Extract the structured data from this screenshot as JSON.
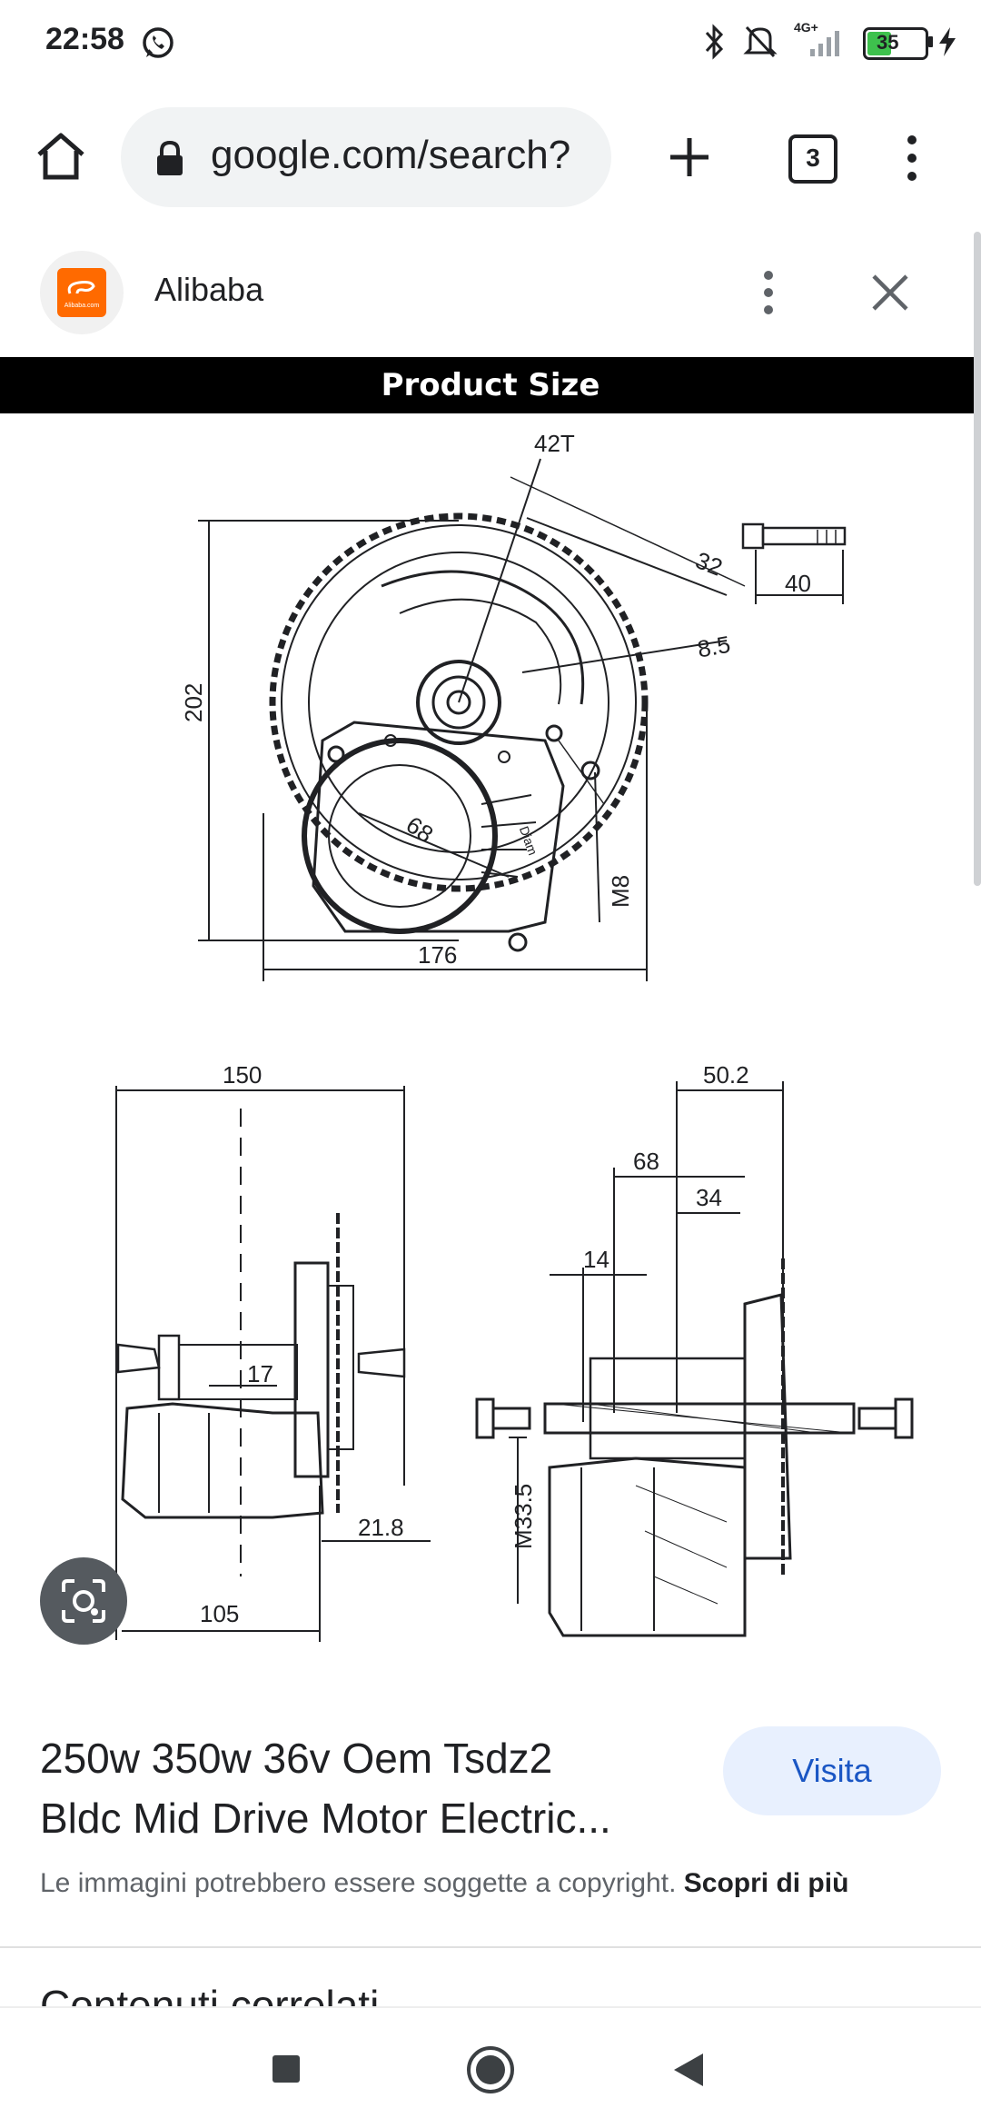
{
  "status_bar": {
    "time": "22:58",
    "network": "4G+",
    "battery": "35",
    "icons": [
      "whatsapp-icon",
      "bluetooth-icon",
      "mute-icon",
      "signal-icon",
      "battery-icon",
      "charging-icon"
    ]
  },
  "browser": {
    "url": "google.com/search?",
    "tab_count": "3"
  },
  "result_panel": {
    "site_name": "Alibaba",
    "logo_text": "Alibaba.com",
    "image": {
      "banner": "Product Size",
      "labels": {
        "teeth": "42T",
        "d32": "32",
        "d8_5": "8.5",
        "d202": "202",
        "d68": "68",
        "diam": "Diam",
        "m8": "M8",
        "d40": "40",
        "d176": "176",
        "d150": "150",
        "d17": "17",
        "d21_8": "21.8",
        "d105": "105",
        "d50_2": "50.2",
        "d68b": "68",
        "d34": "34",
        "d14": "14",
        "m33_5": "M33.5"
      }
    },
    "title_line1": "250w 350w 36v Oem Tsdz2",
    "title_line2": "Bldc Mid Drive Motor Electric...",
    "visit_label": "Visita",
    "copyright_text": "Le immagini potrebbero essere soggette a copyright.",
    "copyright_link": "Scopri di più",
    "next_section": "Contenuti correlati"
  },
  "nav": {
    "icons": [
      "recents-square-icon",
      "home-circle-icon",
      "back-triangle-icon"
    ]
  },
  "colors": {
    "omnibox": "#f1f3f4",
    "visit_bg": "#e8f0fe",
    "visit_text": "#1a56c4",
    "logo": "#ff6a00"
  }
}
